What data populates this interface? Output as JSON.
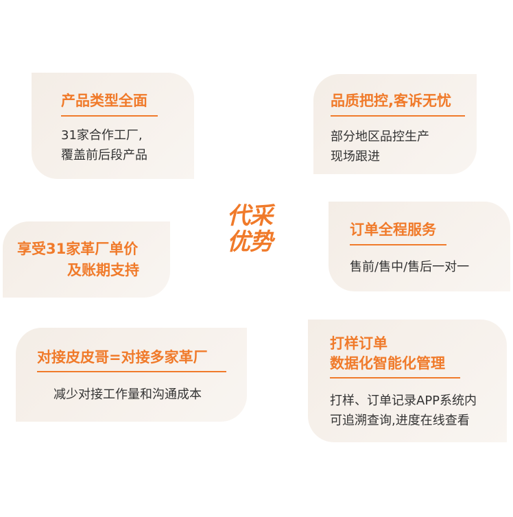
{
  "center": {
    "line1": "代采",
    "line2": "优势"
  },
  "cards": [
    {
      "title": "产品类型全面",
      "desc_lines": [
        "31家合作工厂,",
        "覆盖前后段产品"
      ]
    },
    {
      "title": "品质把控,客诉无忧",
      "desc_lines": [
        "部分地区品控生产",
        "现场跟进"
      ]
    },
    {
      "title_lines": [
        "享受31家革厂单价",
        "及账期支持"
      ]
    },
    {
      "title": "订单全程服务",
      "desc_lines": [
        "售前/售中/售后一对一"
      ]
    },
    {
      "title": "对接皮皮哥=对接多家革厂",
      "desc_lines": [
        "减少对接工作量和沟通成本"
      ]
    },
    {
      "title_lines": [
        "打样订单",
        "数据化智能化管理"
      ],
      "desc_lines": [
        "打样、订单记录APP系统内",
        "可追溯查询,进度在线查看"
      ]
    }
  ],
  "colors": {
    "accent": "#f07a2a",
    "card_bg": "#f5eee7",
    "text": "#333333"
  }
}
